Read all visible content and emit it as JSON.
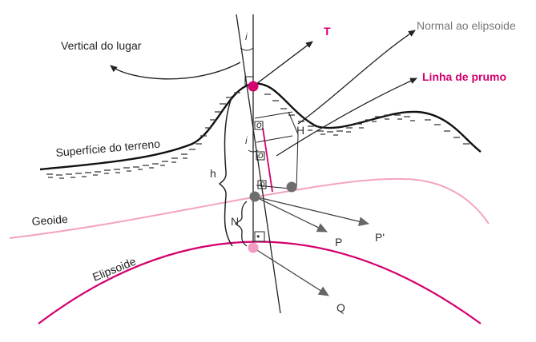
{
  "labels": {
    "vertical_do_lugar": "Vertical do lugar",
    "normal_ao_elipsoide": "Normal ao elipsoide",
    "linha_de_prumo": "Linha de prumo",
    "superficie_do_terreno": "Superfície do terreno",
    "geoide": "Geoide",
    "elipsoide": "Elipsoide",
    "T": "T",
    "H": "H",
    "h": "h",
    "N": "N",
    "P": "P",
    "P_prime": "P'",
    "Q": "Q",
    "i_top": "i",
    "i_mid": "i",
    "dot1": "o",
    "dot2": "o",
    "dot3": "o",
    "dot4": "•"
  },
  "colors": {
    "magenta": "#d4006f",
    "pink": "#f3a3c4",
    "gray_point": "#6e6e6e",
    "pink_point": "#f59ac0",
    "line": "#222222",
    "arrow_gray": "#666666"
  }
}
